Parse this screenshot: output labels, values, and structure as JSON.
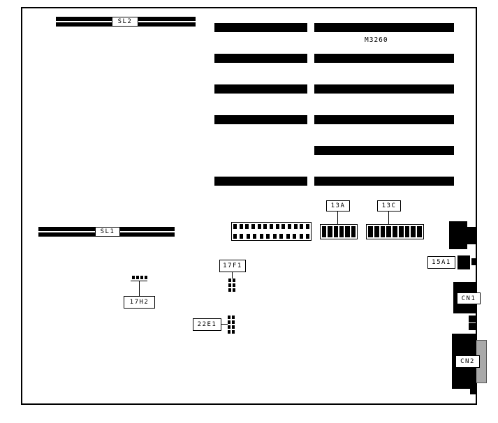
{
  "diagram": {
    "part_number": "M3260",
    "labels": {
      "sl2": "SL2",
      "sl1": "SL1",
      "j13a": "13A",
      "j13c": "13C",
      "j15a1": "15A1",
      "cn1": "CN1",
      "cn2": "CN2",
      "j17f1": "17F1",
      "j17h2": "17H2",
      "j22e1": "22E1"
    },
    "slots": {
      "left_rows": [
        0,
        1,
        2,
        3,
        5
      ],
      "right_rows": [
        0,
        1,
        2,
        3,
        4,
        5
      ]
    },
    "connectors": {
      "dip_13a_segments": 6,
      "dip_13c_segments": 9,
      "header_top_pins": 13,
      "header_bottom_pins": 12,
      "jumper_17f1_pins": 6,
      "jumper_17h2_pins": 4,
      "jumper_22e1_pins": 8
    },
    "colors": {
      "line": "#000000",
      "fill": "#000000",
      "connector_gray": "#a9a9a9",
      "background": "#ffffff"
    }
  }
}
